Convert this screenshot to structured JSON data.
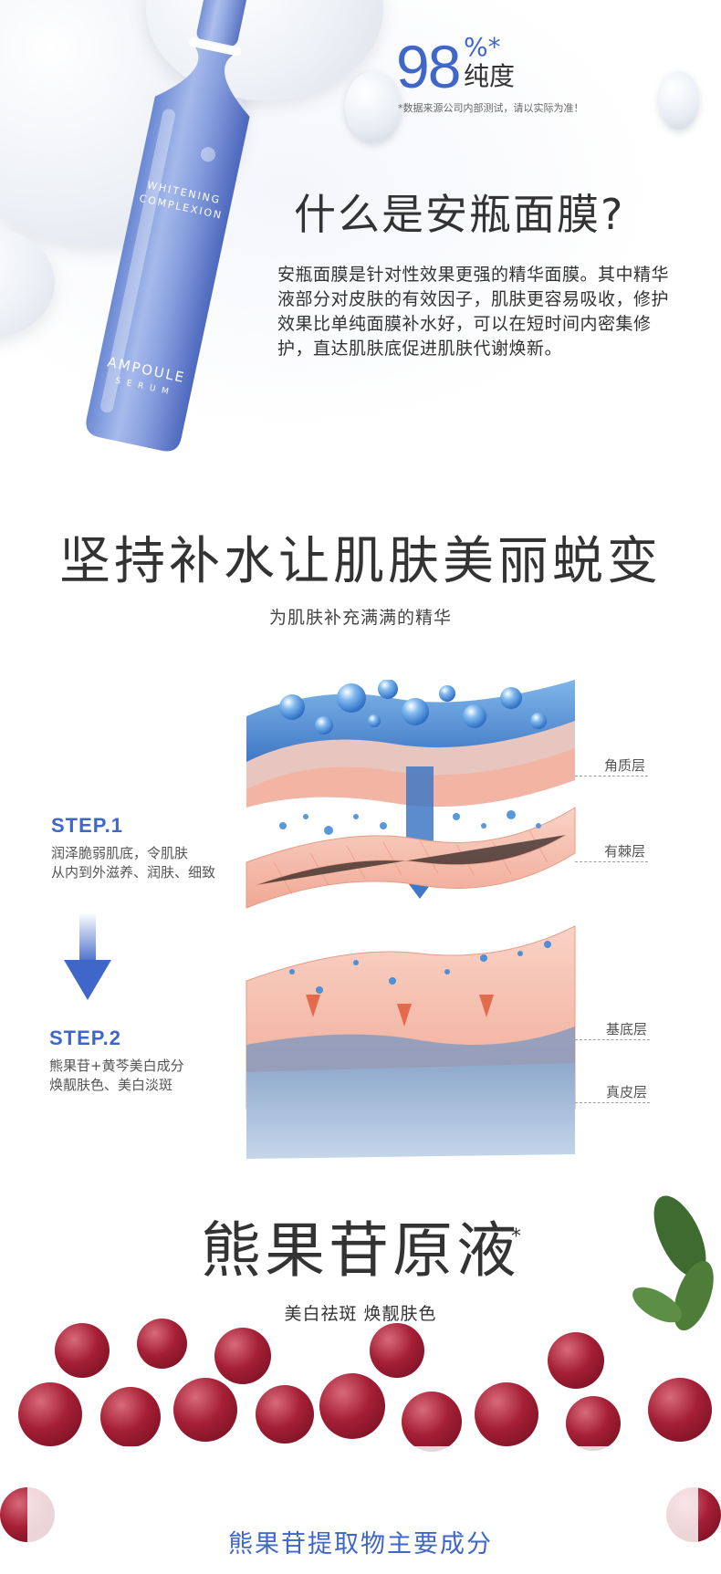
{
  "ampoule": {
    "bottle_text_line1": "WHITENING",
    "bottle_text_line2": "COMPLEXION",
    "bottle_text_line3": "AMPOULE",
    "bottle_text_line4": "S E R U M",
    "purity": {
      "number": "98",
      "unit": "%*",
      "label": "纯度",
      "note": "*数据来源公司内部测试，请以实际为准！"
    },
    "what_title": "什么是安瓶面膜?",
    "what_body": "安瓶面膜是针对性效果更强的精华面膜。其中精华液部分对皮肤的有效因子，肌肤更容易吸收，修护效果比单纯面膜补水好，可以在短时间内密集修护，直达肌肤底促进肌肤代谢焕新。"
  },
  "steps_section": {
    "title": "坚持补水让肌肤美丽蜕变",
    "subtitle": "为肌肤补充满满的精华",
    "step1": {
      "title": "STEP.1",
      "line1": "润泽脆弱肌底，令肌肤",
      "line2": "从内到外滋养、润肤、细致"
    },
    "step2": {
      "title": "STEP.2",
      "line1": "熊果苷+黄芩美白成分",
      "line2": "焕靓肤色、美白淡斑"
    },
    "layers": {
      "jiaozhi": "角质层",
      "youji": "有棘层",
      "jidi": "基底层",
      "zhenpi": "真皮层"
    }
  },
  "berry_section": {
    "title": "熊果苷原液",
    "title_mark": "*",
    "subtitle": "美白祛斑 焕靓肤色",
    "panel_title": "熊果苷提取物主要成分"
  },
  "colors": {
    "accent_blue": "#3f66c9",
    "text": "#333333",
    "berry_red": "#a51f35",
    "skin_pink": "#f2b3a4",
    "water_blue": "#4f8fd6"
  }
}
